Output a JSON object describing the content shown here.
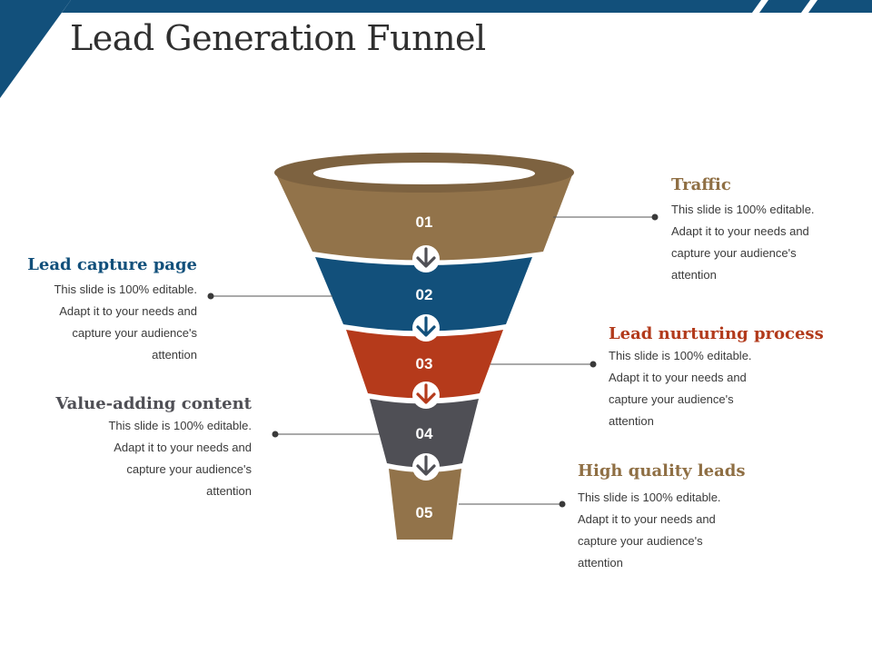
{
  "slide": {
    "title": "Lead Generation Funnel"
  },
  "colors": {
    "navy": "#12507b",
    "brown": "#92734a",
    "blue": "#12507b",
    "red": "#b53a1b",
    "gray": "#4f4f55"
  },
  "stages": [
    {
      "number": "01",
      "heading": "Traffic",
      "text": "This slide is 100% editable. Adapt it to your needs and capture your audience's attention"
    },
    {
      "number": "02",
      "heading": "Lead capture page",
      "text": "This slide is 100% editable. Adapt it to your needs and capture your audience's attention"
    },
    {
      "number": "03",
      "heading": "Lead nurturing process",
      "text": "This slide is 100% editable. Adapt it to your needs and capture your audience's attention"
    },
    {
      "number": "04",
      "heading": "Value-adding content",
      "text": "This slide is 100% editable. Adapt it to your needs and capture your audience's attention"
    },
    {
      "number": "05",
      "heading": "High quality leads",
      "text": "This slide is 100% editable. Adapt it to your needs and capture your audience's attention"
    }
  ],
  "icons": {
    "arrow": "arrow-down-icon"
  }
}
